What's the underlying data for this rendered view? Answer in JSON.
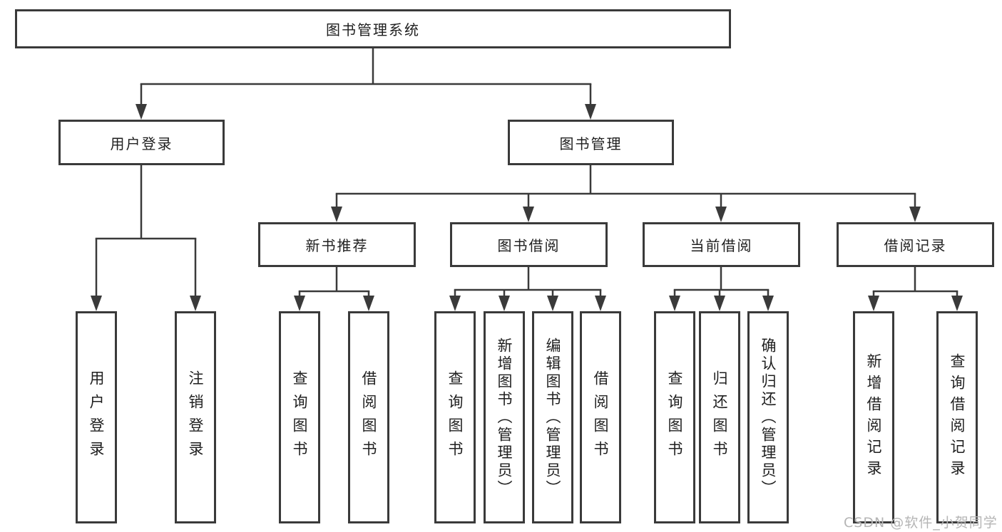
{
  "diagram": {
    "title": "图书管理系统",
    "branches": [
      {
        "label": "用户登录",
        "children": [
          {
            "label": "用户登录"
          },
          {
            "label": "注销登录"
          }
        ]
      },
      {
        "label": "图书管理",
        "children": [
          {
            "label": "新书推荐",
            "children": [
              {
                "label": "查询图书"
              },
              {
                "label": "借阅图书"
              }
            ]
          },
          {
            "label": "图书借阅",
            "children": [
              {
                "label": "查询图书"
              },
              {
                "label": "新增图书（管理员）"
              },
              {
                "label": "编辑图书（管理员）"
              },
              {
                "label": "借阅图书"
              }
            ]
          },
          {
            "label": "当前借阅",
            "children": [
              {
                "label": "查询图书"
              },
              {
                "label": "归还图书"
              },
              {
                "label": "确认归还（管理员）"
              }
            ]
          },
          {
            "label": "借阅记录",
            "children": [
              {
                "label": "新增借阅记录"
              },
              {
                "label": "查询借阅记录"
              }
            ]
          }
        ]
      }
    ]
  },
  "watermark": {
    "text": "CSDN @软件_小贺同学"
  },
  "colors": {
    "line": "#3a3a3a",
    "text": "#1f1f1f",
    "box_fill": "#ffffff",
    "background": "#ffffff",
    "watermark": "#b5b5b5"
  }
}
